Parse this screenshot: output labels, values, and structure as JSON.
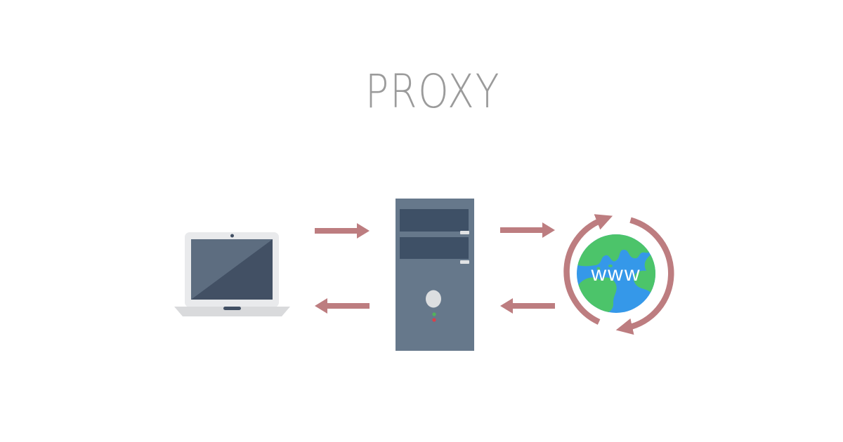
{
  "title": "PROXY",
  "globe": {
    "label": "www"
  },
  "icons": [
    "laptop-icon",
    "right-arrow-icon",
    "left-arrow-icon",
    "server-tower-icon",
    "globe-icon",
    "sync-arrows-icon"
  ],
  "arrows": [
    {
      "from": "laptop",
      "to": "proxy-server",
      "direction": "right"
    },
    {
      "from": "proxy-server",
      "to": "laptop",
      "direction": "left"
    },
    {
      "from": "proxy-server",
      "to": "internet",
      "direction": "right"
    },
    {
      "from": "internet",
      "to": "proxy-server",
      "direction": "left"
    }
  ],
  "colors": {
    "background": "#ffffff",
    "title": "#9b9b9b",
    "arrow": "#bd7d80",
    "laptop_frame": "#e9eaec",
    "laptop_base": "#d9dadc",
    "laptop_screen_dark": "#425064",
    "laptop_screen_light": "#5d6d80",
    "server_body": "#66788b",
    "server_bay": "#3e5066",
    "server_button": "#e0e2e4",
    "power_button": "#dcdee0",
    "led_green": "#52b25b",
    "led_red": "#d9404a",
    "globe_ocean": "#3598e9",
    "globe_land": "#4cc46a",
    "globe_text": "#ffffff"
  }
}
